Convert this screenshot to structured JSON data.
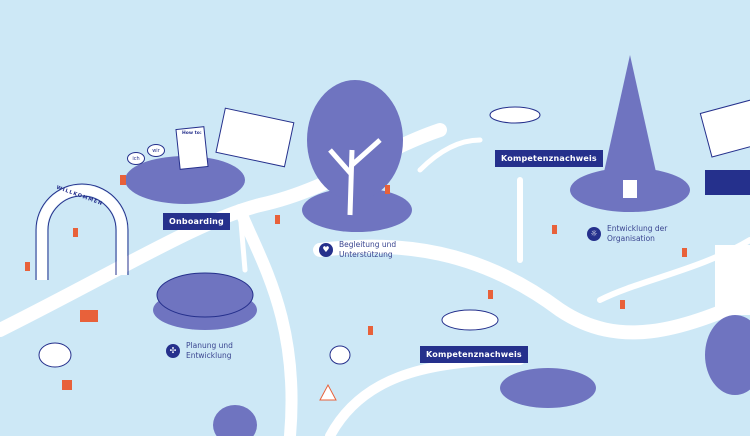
{
  "arch_label": "WILLKOMMEN",
  "speech": {
    "ich": "ich",
    "wir": "wir"
  },
  "howto_label": "How to:",
  "labels": {
    "onboarding": "Onboarding",
    "kompetenz_top": "Kompetenznachweis",
    "kompetenz_mid": "Kompetenznachweis"
  },
  "captions": {
    "begleitung": {
      "line1": "Begleitung und",
      "line2": "Unterstützung",
      "icon": "heart-hand-icon"
    },
    "entwicklung_org": {
      "line1": "Entwicklung der",
      "line2": "Organisation",
      "icon": "lightbulb-icon"
    },
    "planung": {
      "line1": "Planung und",
      "line2": "Entwicklung",
      "icon": "compass-icon"
    }
  },
  "colors": {
    "background": "#cde8f6",
    "ground": "#6f74c0",
    "navy": "#25308c",
    "accent": "#e8613a",
    "path": "#ffffff"
  }
}
